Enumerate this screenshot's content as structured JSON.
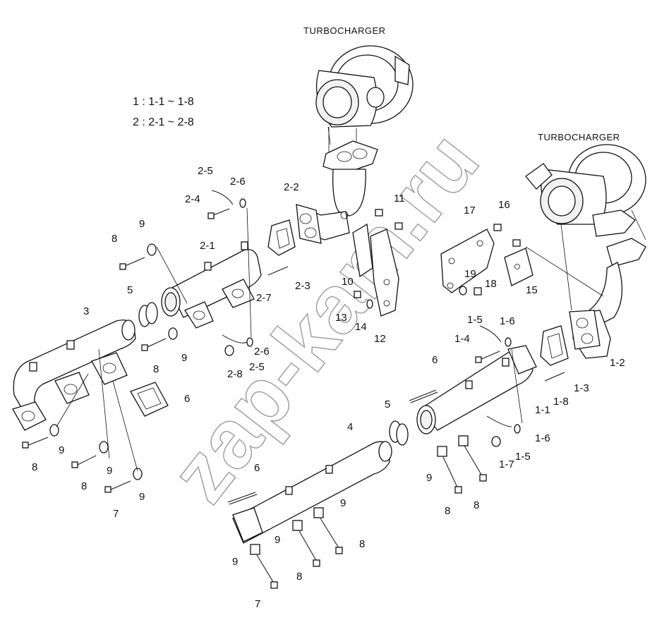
{
  "titles": {
    "turbo_top": "TURBOCHARGER",
    "turbo_right": "TURBOCHARGER"
  },
  "legend": {
    "line1": "1 : 1-1 ~ 1-8",
    "line2": "2 : 2-1 ~ 2-8"
  },
  "watermark": "zap-kam.ru",
  "callouts": [
    {
      "id": "c-2-5a",
      "text": "2-5"
    },
    {
      "id": "c-2-6a",
      "text": "2-6"
    },
    {
      "id": "c-2-4",
      "text": "2-4"
    },
    {
      "id": "c-2-2",
      "text": "2-2"
    },
    {
      "id": "c-11",
      "text": "11"
    },
    {
      "id": "c-17",
      "text": "17"
    },
    {
      "id": "c-16",
      "text": "16"
    },
    {
      "id": "c-8a",
      "text": "8"
    },
    {
      "id": "c-9a",
      "text": "9"
    },
    {
      "id": "c-2-1",
      "text": "2-1"
    },
    {
      "id": "c-2-7",
      "text": "2-7"
    },
    {
      "id": "c-2-3",
      "text": "2-3"
    },
    {
      "id": "c-10",
      "text": "10"
    },
    {
      "id": "c-19",
      "text": "19"
    },
    {
      "id": "c-18",
      "text": "18"
    },
    {
      "id": "c-15",
      "text": "15"
    },
    {
      "id": "c-5a",
      "text": "5"
    },
    {
      "id": "c-3",
      "text": "3"
    },
    {
      "id": "c-13",
      "text": "13"
    },
    {
      "id": "c-14",
      "text": "14"
    },
    {
      "id": "c-12",
      "text": "12"
    },
    {
      "id": "c-1-5a",
      "text": "1-5"
    },
    {
      "id": "c-1-6a",
      "text": "1-6"
    },
    {
      "id": "c-1-4",
      "text": "1-4"
    },
    {
      "id": "c-9b",
      "text": "9"
    },
    {
      "id": "c-8b",
      "text": "8"
    },
    {
      "id": "c-2-8",
      "text": "2-8"
    },
    {
      "id": "c-2-6b",
      "text": "2-6"
    },
    {
      "id": "c-2-5b",
      "text": "2-5"
    },
    {
      "id": "c-6a",
      "text": "6"
    },
    {
      "id": "c-6b",
      "text": "6"
    },
    {
      "id": "c-1-1",
      "text": "1-1"
    },
    {
      "id": "c-1-8",
      "text": "1-8"
    },
    {
      "id": "c-1-3",
      "text": "1-3"
    },
    {
      "id": "c-1-2",
      "text": "1-2"
    },
    {
      "id": "c-5b",
      "text": "5"
    },
    {
      "id": "c-4",
      "text": "4"
    },
    {
      "id": "c-1-6b",
      "text": "1-6"
    },
    {
      "id": "c-1-7",
      "text": "1-7"
    },
    {
      "id": "c-1-5b",
      "text": "1-5"
    },
    {
      "id": "c-9c",
      "text": "9"
    },
    {
      "id": "c-8c",
      "text": "8"
    },
    {
      "id": "c-9d",
      "text": "9"
    },
    {
      "id": "c-8d",
      "text": "8"
    },
    {
      "id": "c-9e",
      "text": "9"
    },
    {
      "id": "c-7a",
      "text": "7"
    },
    {
      "id": "c-6c",
      "text": "6"
    },
    {
      "id": "c-9f",
      "text": "9"
    },
    {
      "id": "c-8e",
      "text": "8"
    },
    {
      "id": "c-8f",
      "text": "8"
    },
    {
      "id": "c-9g",
      "text": "9"
    },
    {
      "id": "c-9h",
      "text": "9"
    },
    {
      "id": "c-8g",
      "text": "8"
    },
    {
      "id": "c-9i",
      "text": "9"
    },
    {
      "id": "c-8h",
      "text": "8"
    },
    {
      "id": "c-7b",
      "text": "7"
    }
  ]
}
